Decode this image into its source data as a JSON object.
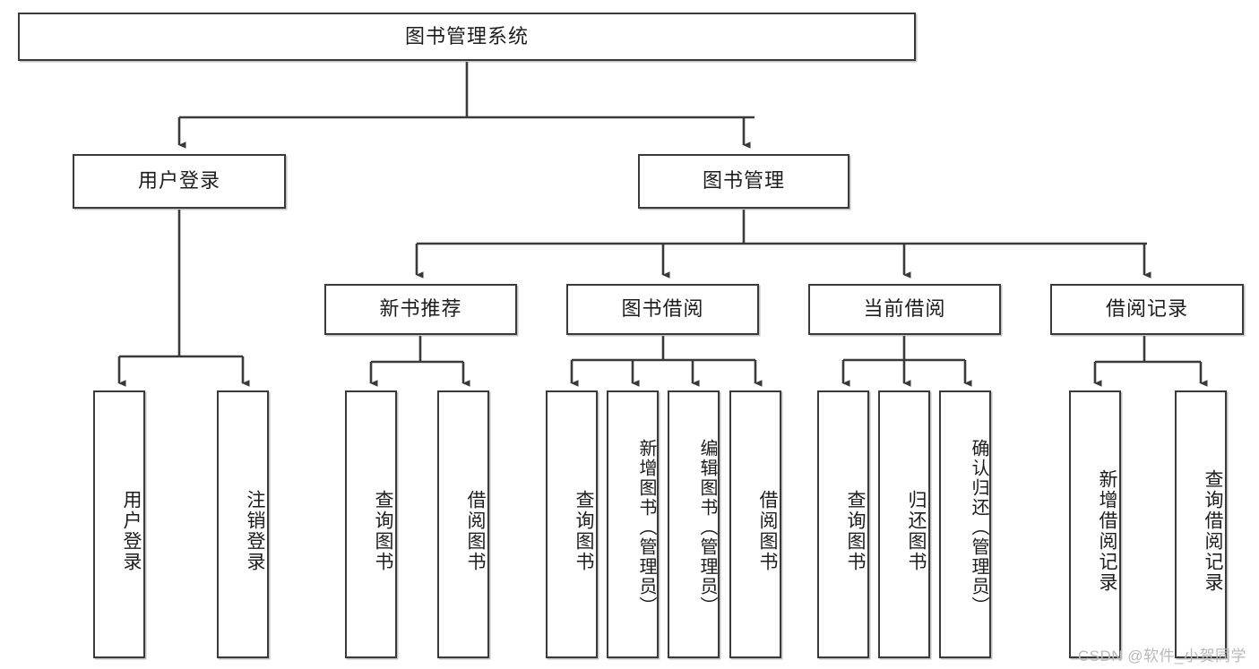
{
  "diagram": {
    "title": "图书管理系统",
    "watermark": "CSDN @软件_小贺同学",
    "colors": {
      "background": "#ffffff",
      "box_border": "#3a3a3a",
      "box_fill": "#ffffff",
      "connector": "#3a3a3a",
      "text": "#1d1d1d",
      "watermark": "#b9b9b9"
    },
    "levels": {
      "level1": "root",
      "level2": "modules",
      "level3": "sub-modules",
      "level4": "operations"
    },
    "root": {
      "label": "图书管理系统"
    },
    "modules": [
      {
        "id": "user-login",
        "label": "用户登录"
      },
      {
        "id": "book-management",
        "label": "图书管理"
      }
    ],
    "submodules": [
      {
        "id": "new-book-recommend",
        "label": "新书推荐",
        "parent": "book-management"
      },
      {
        "id": "book-borrow",
        "label": "图书借阅",
        "parent": "book-management"
      },
      {
        "id": "current-borrow",
        "label": "当前借阅",
        "parent": "book-management"
      },
      {
        "id": "borrow-record",
        "label": "借阅记录",
        "parent": "book-management"
      }
    ],
    "operations": {
      "user_login": [
        {
          "id": "op-user-login",
          "label": "用户登录"
        },
        {
          "id": "op-user-logout",
          "label": "注销登录"
        }
      ],
      "new_book_recommend": [
        {
          "id": "op-query-book-1",
          "label": "查询图书"
        },
        {
          "id": "op-borrow-book-1",
          "label": "借阅图书"
        }
      ],
      "book_borrow": [
        {
          "id": "op-query-book-2",
          "label": "查询图书"
        },
        {
          "id": "op-add-book",
          "label": "新增图书（管理员）"
        },
        {
          "id": "op-edit-book",
          "label": "编辑图书（管理员）"
        },
        {
          "id": "op-borrow-book-2",
          "label": "借阅图书"
        }
      ],
      "current_borrow": [
        {
          "id": "op-query-book-3",
          "label": "查询图书"
        },
        {
          "id": "op-return-book",
          "label": "归还图书"
        },
        {
          "id": "op-confirm-return",
          "label": "确认归还（管理员）"
        }
      ],
      "borrow_record": [
        {
          "id": "op-add-record",
          "label": "新增借阅记录"
        },
        {
          "id": "op-query-record",
          "label": "查询借阅记录"
        }
      ]
    }
  }
}
